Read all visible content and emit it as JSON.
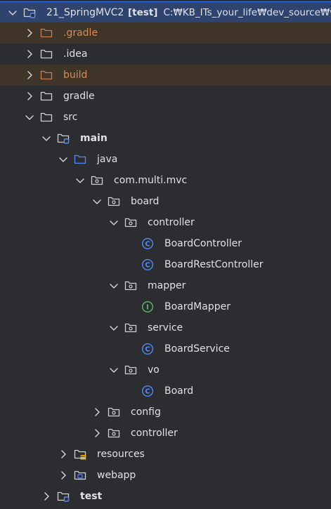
{
  "project_tree": {
    "rows": [
      {
        "name": "21_SpringMVC2",
        "depth": 0,
        "expanded": true,
        "kind": "module",
        "state": "selected",
        "bold": false,
        "tag": "[test]",
        "path": "C:₩KB_ITs_your_life₩dev_source₩wor"
      },
      {
        "name": ".gradle",
        "depth": 1,
        "expanded": false,
        "kind": "folder-excluded",
        "state": "excluded",
        "bold": false
      },
      {
        "name": ".idea",
        "depth": 1,
        "expanded": false,
        "kind": "folder",
        "state": "",
        "bold": false
      },
      {
        "name": "build",
        "depth": 1,
        "expanded": false,
        "kind": "folder-excluded",
        "state": "excluded",
        "bold": false
      },
      {
        "name": "gradle",
        "depth": 1,
        "expanded": false,
        "kind": "folder",
        "state": "",
        "bold": false
      },
      {
        "name": "src",
        "depth": 1,
        "expanded": true,
        "kind": "folder",
        "state": "",
        "bold": false
      },
      {
        "name": "main",
        "depth": 2,
        "expanded": true,
        "kind": "module",
        "state": "",
        "bold": true
      },
      {
        "name": "java",
        "depth": 3,
        "expanded": true,
        "kind": "source-root",
        "state": "",
        "bold": false
      },
      {
        "name": "com.multi.mvc",
        "depth": 4,
        "expanded": true,
        "kind": "package",
        "state": "",
        "bold": false
      },
      {
        "name": "board",
        "depth": 5,
        "expanded": true,
        "kind": "package",
        "state": "",
        "bold": false
      },
      {
        "name": "controller",
        "depth": 6,
        "expanded": true,
        "kind": "package",
        "state": "",
        "bold": false
      },
      {
        "name": "BoardController",
        "depth": 7,
        "expanded": null,
        "kind": "class",
        "state": "",
        "bold": false
      },
      {
        "name": "BoardRestController",
        "depth": 7,
        "expanded": null,
        "kind": "class",
        "state": "",
        "bold": false
      },
      {
        "name": "mapper",
        "depth": 6,
        "expanded": true,
        "kind": "package",
        "state": "",
        "bold": false
      },
      {
        "name": "BoardMapper",
        "depth": 7,
        "expanded": null,
        "kind": "interface",
        "state": "",
        "bold": false
      },
      {
        "name": "service",
        "depth": 6,
        "expanded": true,
        "kind": "package",
        "state": "",
        "bold": false
      },
      {
        "name": "BoardService",
        "depth": 7,
        "expanded": null,
        "kind": "class",
        "state": "",
        "bold": false
      },
      {
        "name": "vo",
        "depth": 6,
        "expanded": true,
        "kind": "package",
        "state": "",
        "bold": false
      },
      {
        "name": "Board",
        "depth": 7,
        "expanded": null,
        "kind": "class",
        "state": "",
        "bold": false
      },
      {
        "name": "config",
        "depth": 5,
        "expanded": false,
        "kind": "package",
        "state": "",
        "bold": false
      },
      {
        "name": "controller",
        "depth": 5,
        "expanded": false,
        "kind": "package",
        "state": "",
        "bold": false
      },
      {
        "name": "resources",
        "depth": 3,
        "expanded": false,
        "kind": "resources-root",
        "state": "",
        "bold": false
      },
      {
        "name": "webapp",
        "depth": 3,
        "expanded": false,
        "kind": "web-folder",
        "state": "",
        "bold": false
      },
      {
        "name": "test",
        "depth": 2,
        "expanded": false,
        "kind": "module",
        "state": "",
        "bold": true
      }
    ]
  },
  "colors": {
    "background": "#2b2d30",
    "selected_row": "#2e436e",
    "excluded_row": "#3e3427",
    "text": "#dfe1e5",
    "excluded_text": "#d68d5c",
    "folder_icon": "#ced0d6",
    "excluded_folder_icon": "#c77d55",
    "source_root_icon": "#548af7",
    "module_badge": "#548af7",
    "class_icon": "#548af7",
    "interface_icon": "#5fb865",
    "resources_badge": "#e0b400",
    "chevron": "#ced0d6"
  },
  "icons": {
    "chevron_expanded": "chevron-down-icon",
    "chevron_collapsed": "chevron-right-icon",
    "folder": "folder-icon",
    "folder-excluded": "excluded-folder-icon",
    "module": "module-folder-icon",
    "source-root": "source-root-folder-icon",
    "package": "package-icon",
    "class": "class-icon",
    "interface": "interface-icon",
    "resources-root": "resources-folder-icon",
    "web-folder": "web-folder-icon"
  }
}
